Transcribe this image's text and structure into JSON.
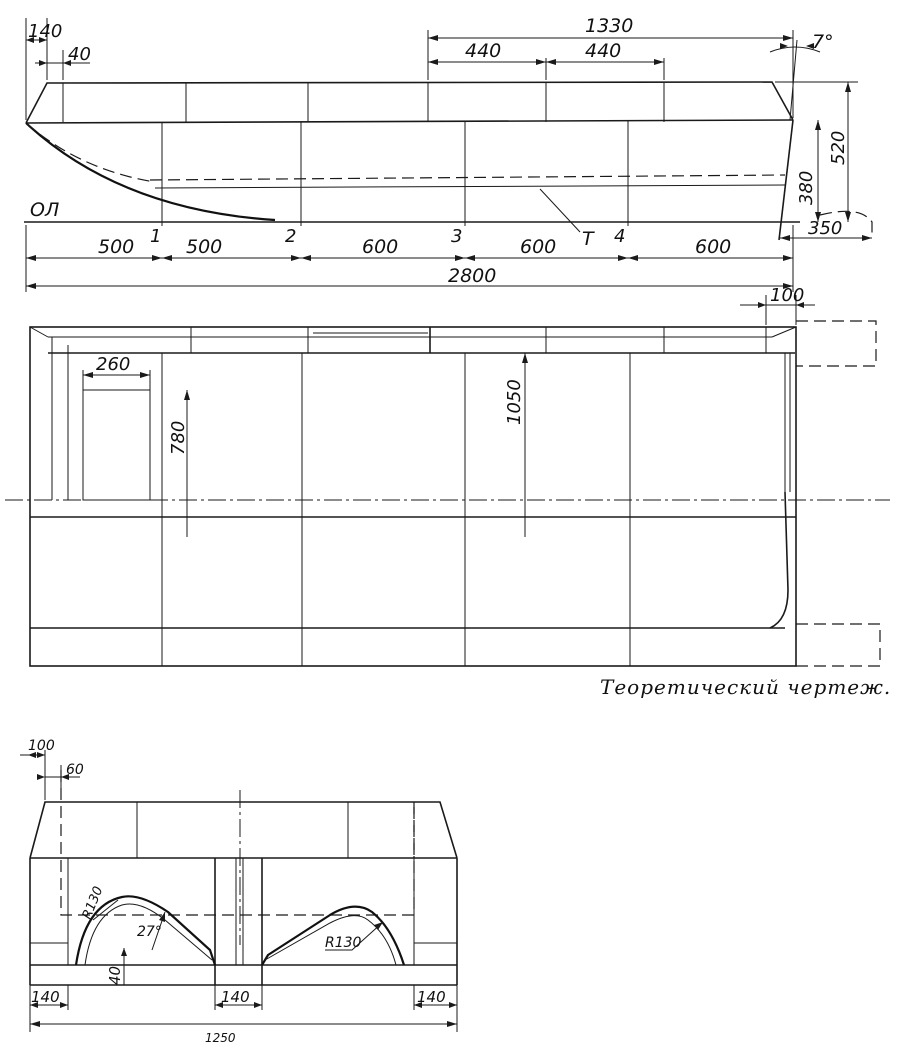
{
  "caption": "Теоретический чертеж.",
  "side_view": {
    "dims": {
      "d140": "140",
      "d40": "40",
      "d1330": "1330",
      "d440a": "440",
      "d440b": "440",
      "d7": "7°",
      "d520": "520",
      "d380": "380",
      "d350": "350",
      "d500a": "500",
      "d500b": "500",
      "d600a": "600",
      "d600b": "600",
      "d600c": "600",
      "d2800": "2800"
    },
    "labels": {
      "ol": "ОЛ",
      "t": "Т",
      "st1": "1",
      "st2": "2",
      "st3": "3",
      "st4": "4"
    }
  },
  "plan_view": {
    "dims": {
      "d100": "100",
      "d260": "260",
      "d780": "780",
      "d1050": "1050"
    }
  },
  "section_view": {
    "dims": {
      "d100": "100",
      "d60": "60",
      "r130a": "R130",
      "r130b": "R130",
      "d27": "27°",
      "d40": "40",
      "d140a": "140",
      "d140b": "140",
      "d140c": "140",
      "d1250": "1250"
    }
  }
}
